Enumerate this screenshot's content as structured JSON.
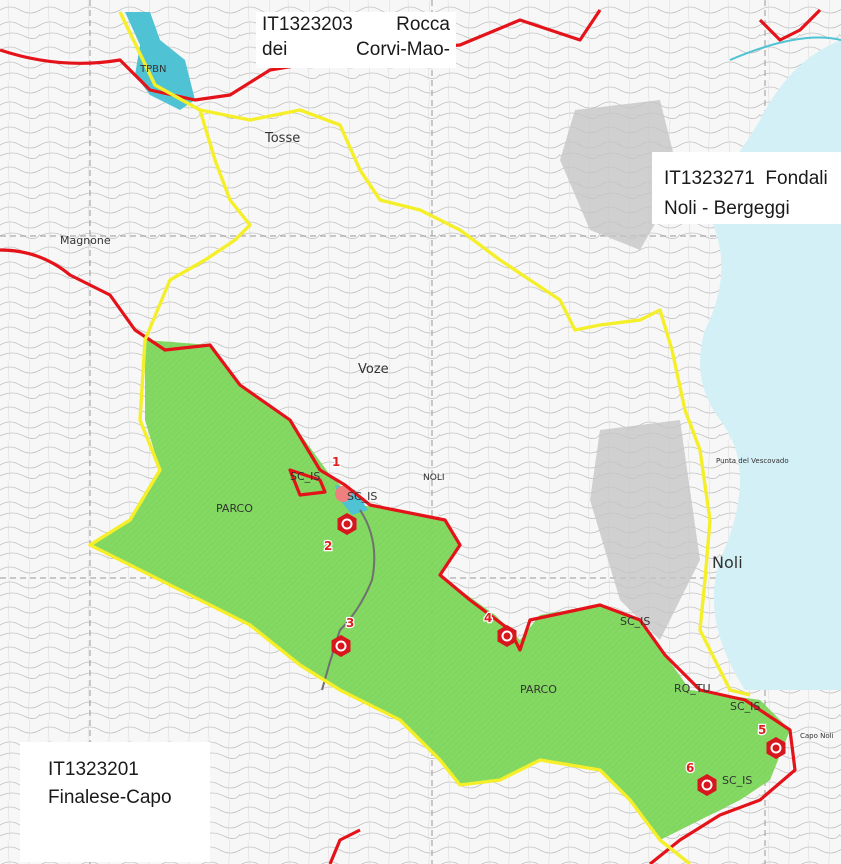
{
  "site_boxes": {
    "north": {
      "line1_a": "IT1323203",
      "line1_b": "Rocca",
      "line2_a": "dei",
      "line2_b": "Corvi-Mao-"
    },
    "east": {
      "line1": "IT1323271  Fondali",
      "line2": "Noli - Bergeggi"
    },
    "southwest": {
      "line1": "IT1323201",
      "line2": "Finalese-Capo"
    }
  },
  "zone_labels": {
    "parco_west": "PARCO",
    "parco_east": "PARCO",
    "tpbn": "TPBN",
    "rq_tu": "RQ_TU",
    "sc_is_1": "SC_IS",
    "sc_is_2": "SC_IS",
    "sc_is_3": "SC_IS",
    "sc_is_4": "SC_IS",
    "sc_is_5": "SC_IS"
  },
  "place_labels": {
    "noli_town": "Noli",
    "noli_small": "NOLI",
    "tosse": "Tosse",
    "voze": "Voze",
    "magnone": "Magnone",
    "capo_noli": "Capo Noli",
    "punta": "Punta del Vescovado"
  },
  "markers": [
    {
      "number": "1"
    },
    {
      "number": "2"
    },
    {
      "number": "3"
    },
    {
      "number": "4"
    },
    {
      "number": "5"
    },
    {
      "number": "6"
    }
  ],
  "colors": {
    "park_fill": "#7ed85c",
    "border_red": "#e4131a",
    "border_yellow": "#f5ef2a",
    "water_cyan": "#4fc3d4",
    "sea": "#cfeff6",
    "topo": "#b8b8b8"
  }
}
